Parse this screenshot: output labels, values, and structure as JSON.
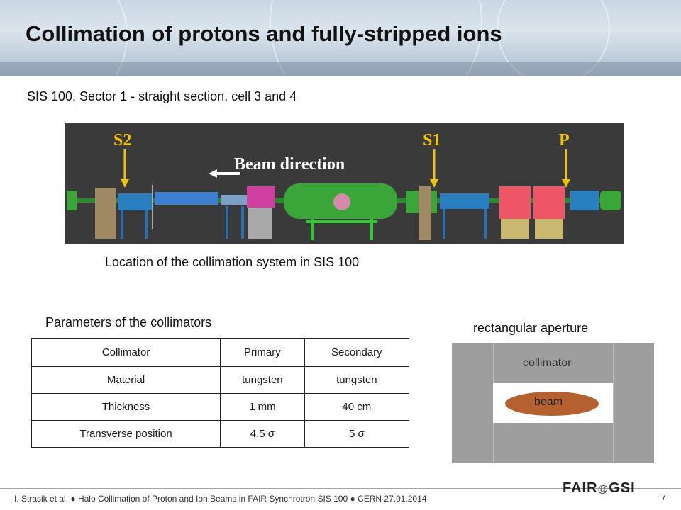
{
  "header": {
    "title": "Collimation of protons and fully-stripped ions"
  },
  "subtitle": "SIS 100, Sector 1 - straight section, cell 3 and 4",
  "beamline": {
    "labels": {
      "s2": "S2",
      "s1": "S1",
      "p": "P",
      "direction": "Beam direction"
    },
    "caption": "Location of the collimation system in SIS 100"
  },
  "params": {
    "title": "Parameters of the collimators",
    "headers": [
      "Collimator",
      "Primary",
      "Secondary"
    ],
    "rows": [
      [
        "Material",
        "tungsten",
        "tungsten"
      ],
      [
        "Thickness",
        "1 mm",
        "40 cm"
      ],
      [
        "Transverse position",
        "4.5 σ",
        "5 σ"
      ]
    ]
  },
  "aperture": {
    "title": "rectangular aperture",
    "collimator_label": "collimator",
    "beam_label": "beam"
  },
  "footer": {
    "text": "I. Strasik et al.  ●  Halo Collimation of Proton and Ion Beams in FAIR Synchrotron SIS 100  ●  CERN 27.01.2014",
    "logo_left": "FAIR",
    "logo_at": "@",
    "logo_right": "GSI",
    "page": "7"
  },
  "colors": {
    "label_yellow": "#f2c200",
    "magnet_green": "#3aa63a",
    "beam_orange": "#b5602f"
  }
}
